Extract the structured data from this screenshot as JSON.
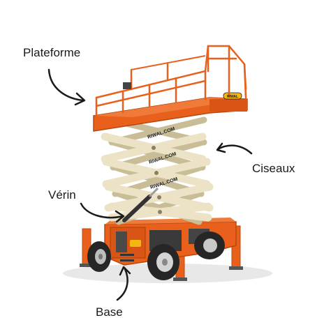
{
  "labels": {
    "plateforme": "Plateforme",
    "ciseaux": "Ciseaux",
    "verin": "Vérin",
    "base": "Base"
  },
  "machine": {
    "brand_text": "RIWAL.COM",
    "decal_text": "RIWAL"
  },
  "colors": {
    "orange": "#e8601c",
    "orange_dark": "#b8470f",
    "cream": "#ece3c6",
    "cream_dark": "#c9bd98",
    "tire": "#262626",
    "rim": "#d4d4d4",
    "text": "#1a1a1a",
    "arrow": "#1a1a1a",
    "decal": "#f2b711"
  }
}
